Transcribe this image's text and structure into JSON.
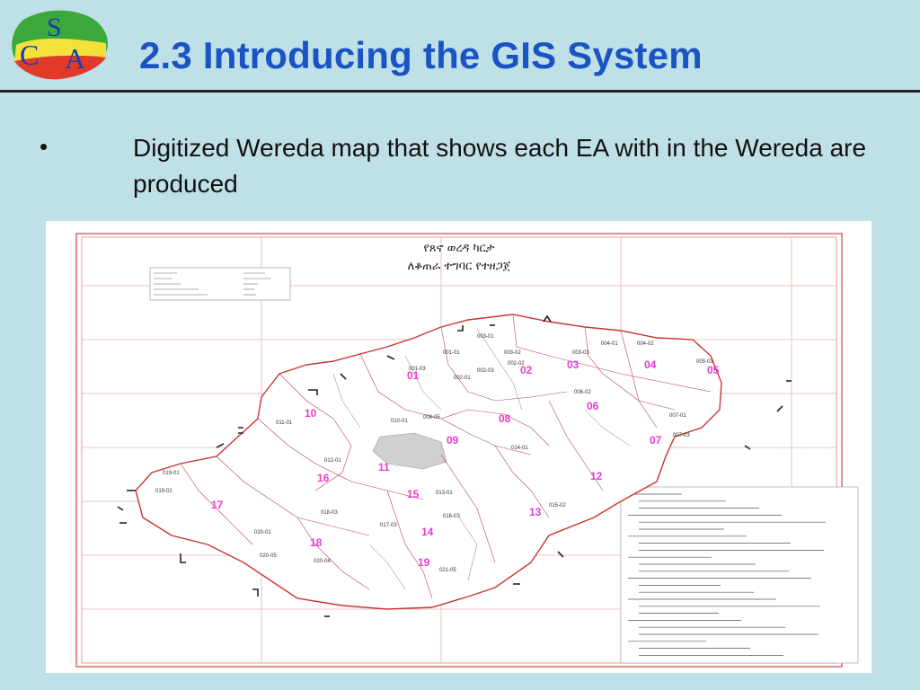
{
  "slide": {
    "title": "2.3  Introducing the GIS System",
    "bullet_symbol": "•",
    "bullet_text": "Digitized Wereda map that shows each EA with in the Wereda are produced",
    "logo": {
      "letters": [
        "S",
        "C",
        "A"
      ],
      "icon": "csa-ethiopia-map-logo"
    }
  },
  "map": {
    "heading_line1": "የጸኖ ወረዳ ካርታ",
    "heading_line2": "ለቆጠራ ተግባር የተዘጋጀ",
    "ea_numbers": [
      "01",
      "02",
      "03",
      "04",
      "05",
      "06",
      "07",
      "08",
      "09",
      "10",
      "11",
      "12",
      "13",
      "14",
      "15",
      "16",
      "17",
      "18",
      "19"
    ],
    "ea_codes": [
      "003-01",
      "004-01",
      "004-02",
      "005-03",
      "001-03",
      "001-01",
      "002-03",
      "002-01",
      "002-02",
      "003-02",
      "003-03",
      "006-02",
      "007-01",
      "007-03",
      "008-05",
      "010-01",
      "011-01",
      "012-01",
      "013-01",
      "014-01",
      "015-02",
      "016-03",
      "017-03",
      "018-03",
      "019-01",
      "019-02",
      "020-01",
      "020-04",
      "020-05",
      "021-05"
    ],
    "colors": {
      "ea_label": "#e83ad6",
      "boundary": "#d23b3b",
      "grid": "#e89a9a",
      "wereda_fill": "#ffffff"
    }
  }
}
